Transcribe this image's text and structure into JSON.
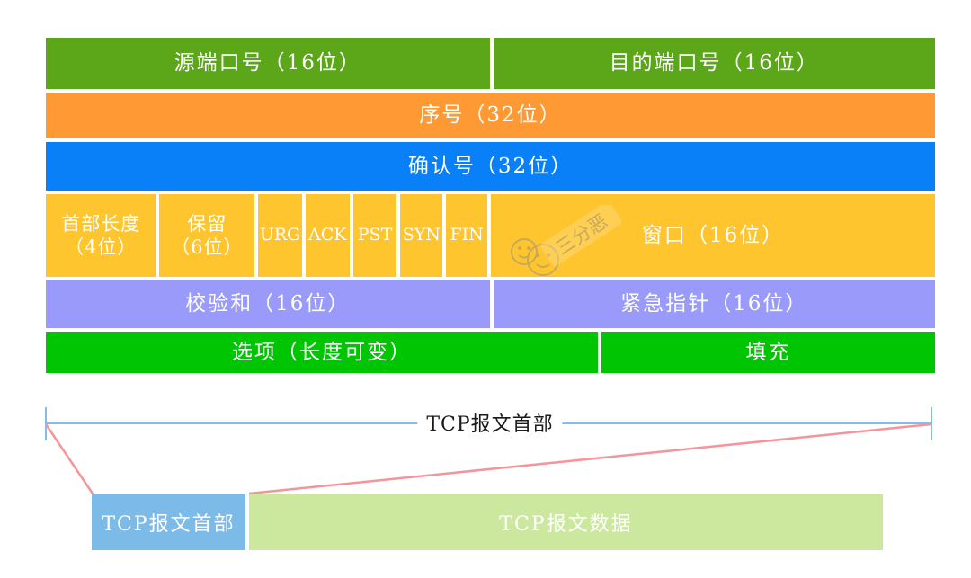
{
  "header_table": {
    "rows": [
      {
        "cells": [
          {
            "label": "源端口号（16位）"
          },
          {
            "label": "目的端口号（16位）"
          }
        ]
      },
      {
        "cells": [
          {
            "label": "序号（32位）"
          }
        ]
      },
      {
        "cells": [
          {
            "label": "确认号（32位）"
          }
        ]
      },
      {
        "cells": [
          {
            "line1": "首部长度",
            "line2": "（4位）"
          },
          {
            "line1": "保留",
            "line2": "（6位）"
          },
          {
            "label": "URG"
          },
          {
            "label": "ACK"
          },
          {
            "label": "PST"
          },
          {
            "label": "SYN"
          },
          {
            "label": "FIN"
          },
          {
            "label": "窗口（16位）"
          }
        ]
      },
      {
        "cells": [
          {
            "label": "校验和（16位）"
          },
          {
            "label": "紧急指针（16位）"
          }
        ]
      },
      {
        "cells": [
          {
            "label": "选项（长度可变）"
          },
          {
            "label": "填充"
          }
        ]
      }
    ]
  },
  "bracket": {
    "label": "TCP报文首部"
  },
  "segment_bar": {
    "header_label": "TCP报文首部",
    "data_label": "TCP报文数据"
  },
  "watermark": {
    "text": "三分恶",
    "icon": "two-smiley-chat-faces"
  },
  "colors": {
    "row_ports_green": "#5BA619",
    "row_sequence_orange": "#FF9933",
    "row_ack_blue": "#0980F8",
    "row_flags_amber": "#FFC52F",
    "row_checksum_purple": "#9A9AFB",
    "row_options_green": "#00C503",
    "segment_header_blue": "#7CBAE8",
    "segment_data_green": "#CCE89F",
    "bracket_blue": "#85BCEA",
    "leader_pink": "#F59499",
    "cell_text": "#FFFFFF",
    "bracket_text": "#1A1A1A"
  }
}
